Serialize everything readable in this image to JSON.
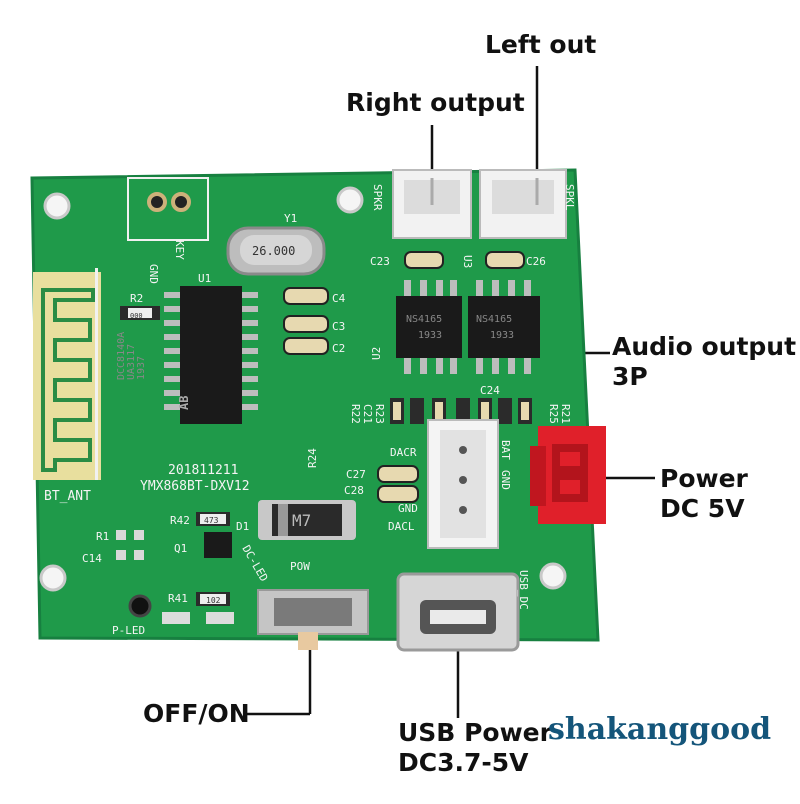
{
  "callouts": {
    "left_out": "Left out",
    "right_output": "Right output",
    "audio_output": {
      "line1": "Audio output",
      "line2": "3P"
    },
    "power": {
      "line1": "Power",
      "line2": "DC 5V"
    },
    "off_on": "OFF/ON",
    "usb_power": {
      "line1": "USB Power",
      "line2": "DC3.7-5V"
    }
  },
  "watermark": "shakanggood",
  "board": {
    "color": "#1f9a4a",
    "silkscreen": {
      "gnd": "GND",
      "key": "KEY",
      "y1": "Y1",
      "crystal": "26.000",
      "u1": "U1",
      "r2": "R2",
      "c4": "C4",
      "c3": "C3",
      "c2": "C2",
      "spkr": "SPKR",
      "spkl": "SPKL",
      "c23": "C23",
      "c26": "C26",
      "u3": "U3",
      "u2": "U2",
      "amp_chip": "NS4165",
      "amp_code": "1933",
      "dac_chip_1": "DCC8140A",
      "dac_chip_2": "UA3117",
      "dac_chip_3": "1937",
      "dac_logo": "AB",
      "r22": "R22",
      "r23": "R23",
      "c21": "C21",
      "c24": "C24",
      "r25": "R25",
      "r21": "R21",
      "date": "201811211",
      "model": "YMX868BT-DXV12",
      "r24": "R24",
      "c27": "C27",
      "c28": "C28",
      "dacr": "DACR",
      "gnd2": "GND",
      "dacl": "DACL",
      "bat": "BAT",
      "gnd3": "GND",
      "bt_ant": "BT_ANT",
      "r42": "R42",
      "r42_val": "473",
      "d1": "D1",
      "m7": "M7",
      "r1": "R1",
      "q1": "Q1",
      "c14": "C14",
      "dc_led": "DC-LED",
      "pow": "POW",
      "usb_dc": "USB_DC",
      "r41": "R41",
      "r41_val": "102",
      "p_led": "P-LED",
      "r2_val": "000"
    }
  }
}
